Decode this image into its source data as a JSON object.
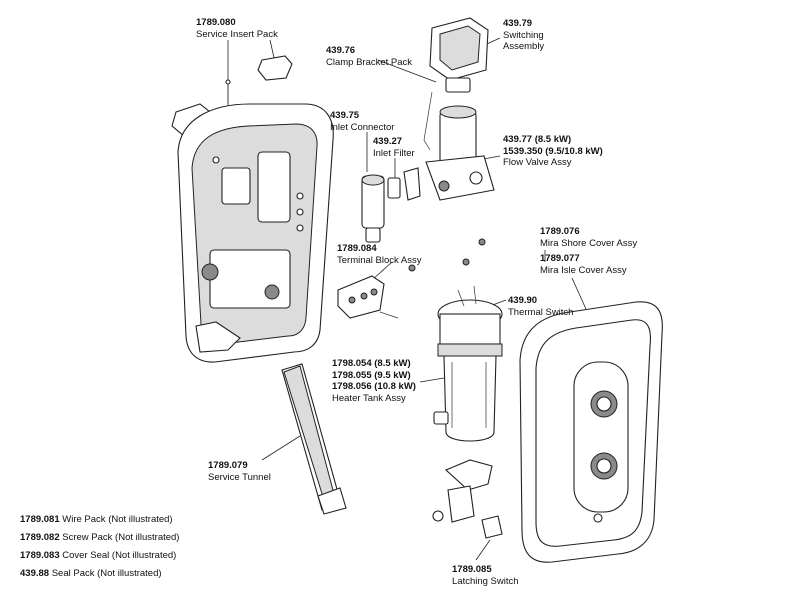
{
  "labels": {
    "service_insert": {
      "code": "1789.080",
      "desc": "Service Insert Pack"
    },
    "switching": {
      "code": "439.79",
      "desc1": "Switching",
      "desc2": "Assembly"
    },
    "clamp_bracket": {
      "code": "439.76",
      "desc": "Clamp Bracket Pack"
    },
    "inlet_connector": {
      "code": "439.75",
      "desc": "Inlet Connector"
    },
    "inlet_filter": {
      "code": "439.27",
      "desc": "Inlet Filter"
    },
    "flow_valve": {
      "code1": "439.77 (8.5 kW)",
      "code2": "1539.350 (9.5/10.8 kW)",
      "desc": "Flow Valve Assy"
    },
    "shore_cover": {
      "code": "1789.076",
      "desc": "Mira Shore Cover Assy"
    },
    "isle_cover": {
      "code": "1789.077",
      "desc": "Mira Isle Cover Assy"
    },
    "terminal_block": {
      "code": "1789.084",
      "desc": "Terminal Block Assy"
    },
    "thermal_switch": {
      "code": "439.90",
      "desc": "Thermal Switch"
    },
    "heater_tank": {
      "code1": "1798.054 (8.5 kW)",
      "code2": "1798.055 (9.5 kW)",
      "code3": "1798.056 (10.8 kW)",
      "desc": "Heater Tank Assy"
    },
    "service_tunnel": {
      "code": "1789.079",
      "desc": "Service Tunnel"
    },
    "latching_switch": {
      "code": "1789.085",
      "desc": "Latching Switch"
    }
  },
  "notes": [
    {
      "code": "1789.081",
      "text": "Wire Pack (Not illustrated)"
    },
    {
      "code": "1789.082",
      "text": "Screw Pack (Not illustrated)"
    },
    {
      "code": "1789.083",
      "text": "Cover Seal (Not illustrated)"
    },
    {
      "code": "439.88",
      "text": "Seal Pack (Not illustrated)"
    }
  ]
}
